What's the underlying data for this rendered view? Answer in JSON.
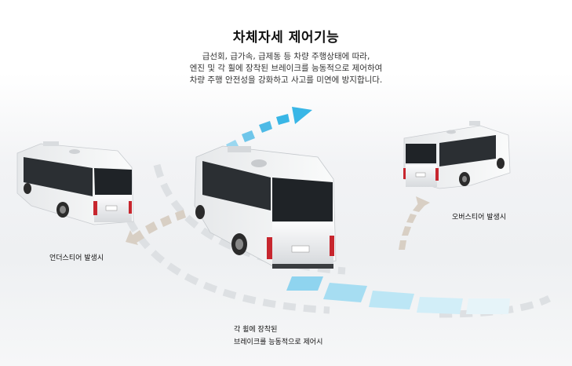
{
  "header": {
    "title": "차체자세 제어기능",
    "description_lines": [
      "급선회, 급가속, 급제동 등 차량 주행상태에 따라,",
      "엔진 및 각 휠에 장착된 브레이크를 능동적으로 제어하여",
      "차량 주행 안전성을 강화하고 사고를 미연에 방지합니다."
    ]
  },
  "labels": {
    "understeer": "언더스티어 발생시",
    "oversteer": "오버스티어 발생시",
    "brake_line1": "각 휠에 장착된",
    "brake_line2": "브레이크를 능동적으로 제어시"
  },
  "colors": {
    "accent_blue": "#39b6e6",
    "light_blue": "#a9dff2",
    "arc_gray": "#d9dcdf",
    "arrow_tan": "#d8cfc4",
    "bus_body": "#eef0f2",
    "bus_glass": "#23272b"
  }
}
